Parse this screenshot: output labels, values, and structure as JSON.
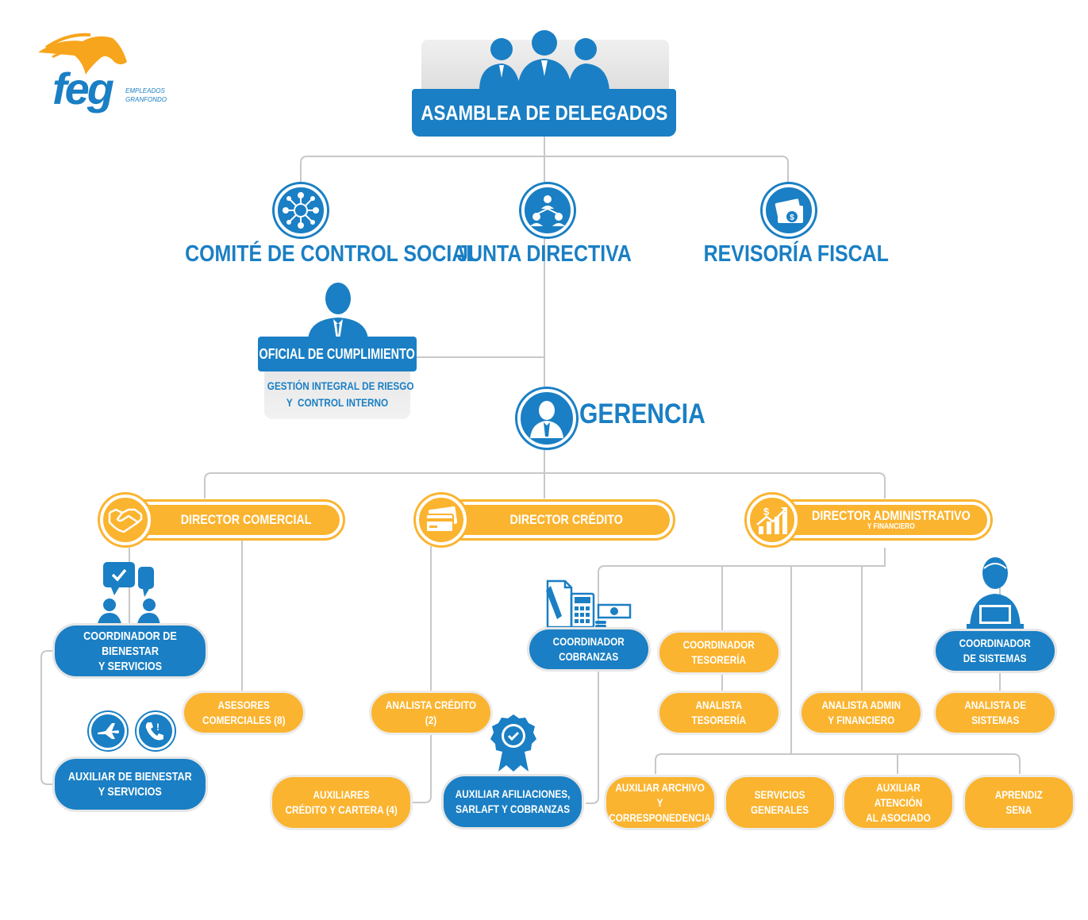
{
  "logo": {
    "text": "feg",
    "sub1": "EMPLEADOS",
    "sub2": "GRANFONDO"
  },
  "top": {
    "asamblea": "ASAMBLEA DE DELEGADOS"
  },
  "level2": {
    "comite": "COMITÉ DE CONTROL SOCIAL",
    "junta": "JUNTA DIRECTIVA",
    "revisoria": "REVISORÍA FISCAL"
  },
  "oficial": {
    "title": "OFICIAL DE CUMPLIMIENTO",
    "sub1": "GESTIÓN INTEGRAL DE RIESGO",
    "sub2": "Y  CONTROL INTERNO"
  },
  "gerencia": "GERENCIA",
  "directors": {
    "comercial": "DIRECTOR COMERCIAL",
    "credito": "DIRECTOR CRÉDITO",
    "admin": "DIRECTOR ADMINISTRATIVO",
    "admin_sub": "Y FINANCIERO"
  },
  "nodes": {
    "coord_bienestar": "COORDINADOR DE BIENESTAR\nY SERVICIOS",
    "aux_bienestar": "AUXILIAR DE BIENESTAR\nY SERVICIOS",
    "asesores": "ASESORES\nCOMERCIALES (8)",
    "analista_credito": "ANALISTA CRÉDITO (2)",
    "aux_credito": "AUXILIARES\nCRÉDITO Y CARTERA  (4)",
    "aux_afiliaciones": "AUXILIAR AFILIACIONES,\nSARLAFT Y COBRANZAS",
    "coord_cobranzas": "COORDINADOR\nCOBRANZAS",
    "coord_tesoreria": "COORDINADOR\nTESORERÍA",
    "analista_tesoreria": "ANALISTA\nTESORERÍA",
    "analista_admin": "ANALISTA ADMIN\nY FINANCIERO",
    "coord_sistemas": "COORDINADOR\nDE SISTEMAS",
    "analista_sistemas": "ANALISTA DE\nSISTEMAS",
    "aux_archivo": "AUXILIAR ARCHIVO\nY CORRESPONEDENCIA",
    "servicios": "SERVICIOS\nGENERALES",
    "aux_atencion": "AUXILIAR ATENCIÓN\nAL ASOCIADO",
    "aprendiz": "APRENDIZ\nSENA"
  },
  "colors": {
    "blue": "#1a7fc4",
    "orange": "#fbb42f",
    "line": "#c8c8c8"
  }
}
